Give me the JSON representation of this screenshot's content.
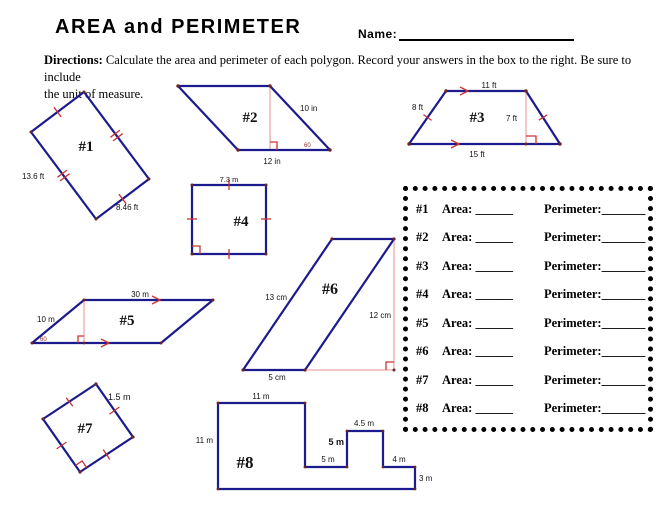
{
  "page": {
    "title": "AREA and PERIMETER",
    "name_label": "Name:",
    "directions_label": "Directions:",
    "directions_line1": "Calculate the area and perimeter of each polygon.  Record your answers in the box to the right.  Be sure to include",
    "directions_line2": "the unit of measure."
  },
  "colors": {
    "shape_stroke": "#1b1b8e",
    "construction": "#e59191",
    "mark": "#cc3333",
    "vertex_dot": "#6b2424",
    "angle_text": "#8f3030"
  },
  "shapes": {
    "s1": {
      "number": "#1",
      "side_long": "13.6 ft",
      "side_short": "8.46 ft"
    },
    "s2": {
      "number": "#2",
      "side_slant": "10 in",
      "base": "12 in",
      "angle": "60"
    },
    "s3": {
      "number": "#3",
      "top": "11 ft",
      "left_side": "8 ft",
      "height": "7 ft",
      "base": "15 ft"
    },
    "s4": {
      "number": "#4",
      "side": "7.3 m"
    },
    "s5": {
      "number": "#5",
      "top": "30 m",
      "side": "10 m",
      "angle": "60"
    },
    "s6": {
      "number": "#6",
      "side_slant": "13 cm",
      "height": "12 cm",
      "base": "5 cm"
    },
    "s7": {
      "number": "#7",
      "side": "1.5 m"
    },
    "s8": {
      "number": "#8",
      "top": "11 m",
      "left_side": "11 m",
      "mid": "5 m",
      "tower_left": "5 m",
      "tower_top": "4.5 m",
      "right_h": "4 m",
      "right_v": "3 m"
    }
  },
  "answer_box": {
    "rows": [
      {
        "num": "#1",
        "area": "Area:",
        "area_blank": "______",
        "perim": "Perimeter:",
        "perim_blank": "_______"
      },
      {
        "num": "#2",
        "area": "Area:",
        "area_blank": "______",
        "perim": "Perimeter:",
        "perim_blank": "_______"
      },
      {
        "num": "#3",
        "area": "Area:",
        "area_blank": "______",
        "perim": "Perimeter:",
        "perim_blank": "_______"
      },
      {
        "num": "#4",
        "area": "Area:",
        "area_blank": "______",
        "perim": "Perimeter:",
        "perim_blank": "_______"
      },
      {
        "num": "#5",
        "area": "Area:",
        "area_blank": "______",
        "perim": "Perimeter:",
        "perim_blank": "_______"
      },
      {
        "num": "#6",
        "area": "Area:",
        "area_blank": "______",
        "perim": "Perimeter:",
        "perim_blank": "_______"
      },
      {
        "num": "#7",
        "area": "Area:",
        "area_blank": "______",
        "perim": "Perimeter:",
        "perim_blank": "_______"
      },
      {
        "num": "#8",
        "area": "Area:",
        "area_blank": "______",
        "perim": "Perimeter:",
        "perim_blank": "_______"
      }
    ]
  }
}
